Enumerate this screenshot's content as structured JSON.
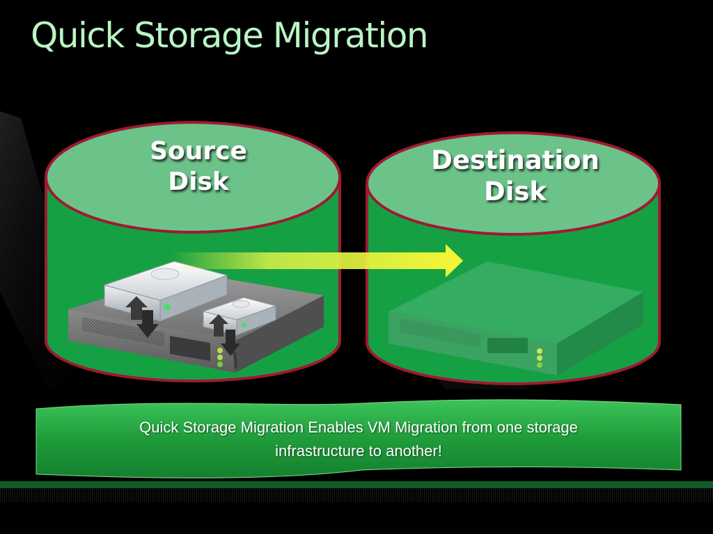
{
  "slide": {
    "title": "Quick Storage Migration"
  },
  "source_disk": {
    "label_line1": "Source",
    "label_line2": "Disk"
  },
  "destination_disk": {
    "label_line1": "Destination",
    "label_line2": "Disk"
  },
  "banner": {
    "line1": "Quick Storage Migration Enables VM Migration from one storage",
    "line2": "infrastructure to another!"
  },
  "colors": {
    "background": "#000000",
    "title": "#b9f5c4",
    "cylinder_body": "#17a347",
    "cylinder_top": "#6cc38a",
    "cylinder_border": "#a01932",
    "banner": "#22a63f",
    "arrow": "#f2f535"
  },
  "icons": {
    "source_server": "rack-server-icon",
    "external_drive_large": "external-hard-drive-icon",
    "external_drive_small": "external-hard-drive-icon",
    "transfer_arrows": "up-down-arrows-icon",
    "migration_arrow": "arrow-right-icon",
    "destination_server": "rack-server-icon"
  }
}
